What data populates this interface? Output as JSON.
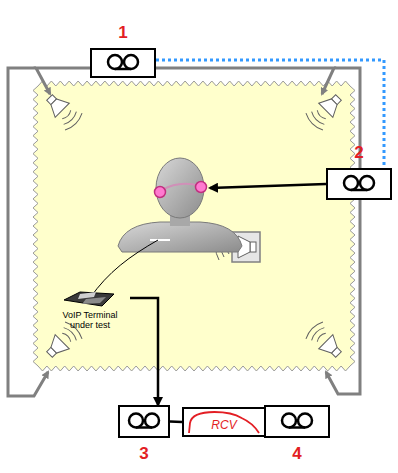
{
  "diagram": {
    "nodes": [
      {
        "text": [
          "1"
        ]
      },
      {
        "text": [
          "2"
        ]
      },
      {
        "text": [
          "VoIP Terminal under test"
        ]
      },
      {
        "text": [
          "3"
        ]
      },
      {
        "text": [
          "RCV"
        ]
      },
      {
        "text": [
          "4"
        ]
      }
    ],
    "edges": [
      {
        "from": 0,
        "to": 1,
        "arrow": "none"
      },
      {
        "from": 2,
        "to": 3,
        "arrow": "to"
      },
      {
        "from": 3,
        "to": 4,
        "arrow": "none"
      },
      {
        "from": 4,
        "to": 5,
        "arrow": "to"
      }
    ]
  }
}
